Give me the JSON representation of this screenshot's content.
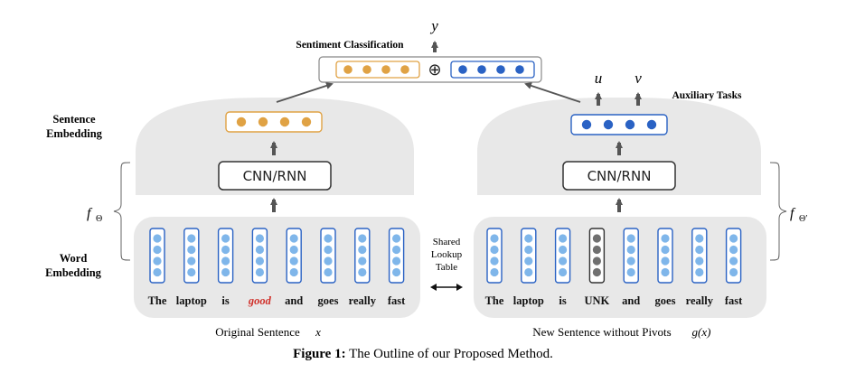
{
  "colors": {
    "panel": "#e8e8e8",
    "orange": "#e0a244",
    "blue": "#2a62c4",
    "light_blue": "#7fb6ea",
    "gray_dot": "#707070",
    "red": "#d0302a",
    "arrow": "#555555"
  },
  "labels": {
    "y": "y",
    "u": "u",
    "v": "v",
    "sentiment_classification": "Sentiment Classification",
    "auxiliary_tasks": "Auxiliary Tasks",
    "sentence_embedding_1": "Sentence",
    "sentence_embedding_2": "Embedding",
    "word_embedding_1": "Word",
    "word_embedding_2": "Embedding",
    "f_theta": "f",
    "f_theta_sub": "Θ",
    "f_theta_prime": "f",
    "f_theta_prime_sub": "Θ′",
    "encoder_left": "CNN/RNN",
    "encoder_right": "CNN/RNN",
    "concat_symbol": "⊕",
    "shared_1": "Shared",
    "shared_2": "Lookup",
    "shared_3": "Table",
    "double_arrow": "⟷",
    "original_sentence": "Original Sentence",
    "original_var": "x",
    "new_sentence": "New Sentence without Pivots",
    "new_var": "g(x)",
    "caption_bold": "Figure 1:",
    "caption_text": " The Outline of our Proposed Method."
  },
  "left_words": [
    "The",
    "laptop",
    "is",
    "good",
    "and",
    "goes",
    "really",
    "fast"
  ],
  "right_words": [
    "The",
    "laptop",
    "is",
    "UNK",
    "and",
    "goes",
    "really",
    "fast"
  ],
  "highlight_word_index": 3,
  "unk_word_index": 3
}
